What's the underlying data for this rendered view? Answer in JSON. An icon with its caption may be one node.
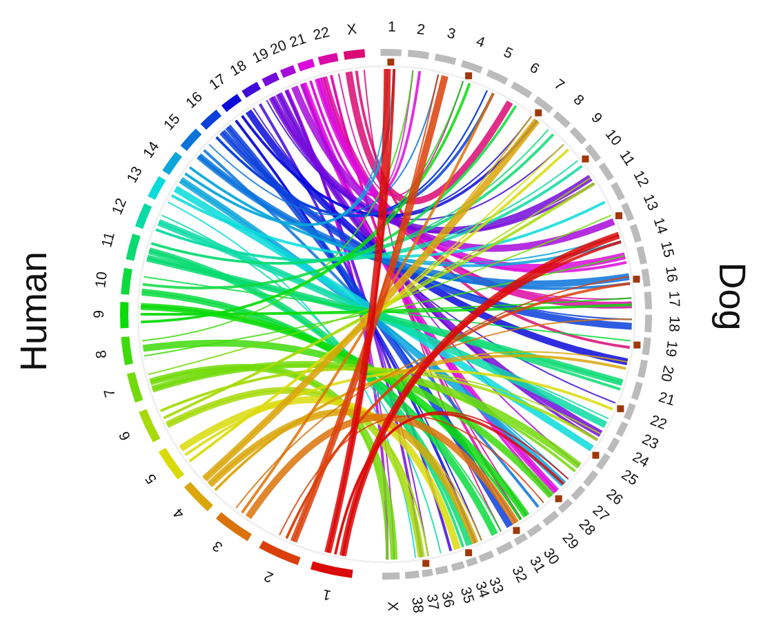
{
  "diagram": {
    "labels": [
      "Human",
      "X",
      "22",
      "21",
      "20",
      "19",
      "18",
      "17",
      "16",
      "15",
      "14",
      "13",
      "12",
      "11",
      "10",
      "9",
      "8",
      "7",
      "6",
      "5",
      "4",
      "3",
      "2",
      "1",
      "1",
      "2",
      "3",
      "4",
      "5",
      "6",
      "7",
      "8",
      "9",
      "10",
      "11",
      "12",
      "13",
      "14",
      "15",
      "16",
      "17",
      "18",
      "19",
      "20",
      "21",
      "22",
      "23",
      "24",
      "25",
      "26",
      "27",
      "28",
      "29",
      "30",
      "31",
      "32",
      "33",
      "34",
      "35",
      "36",
      "37",
      "38",
      "X",
      "Dog"
    ]
  }
}
